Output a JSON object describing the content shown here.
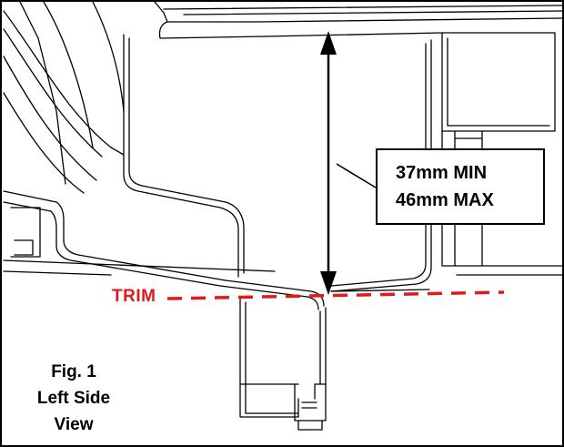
{
  "dimension": {
    "min_label": "37mm MIN",
    "max_label": "46mm MAX"
  },
  "trim": {
    "label": "TRIM",
    "color": "#e0191b"
  },
  "caption": {
    "line1": "Fig. 1",
    "line2": "Left Side",
    "line3": "View"
  }
}
